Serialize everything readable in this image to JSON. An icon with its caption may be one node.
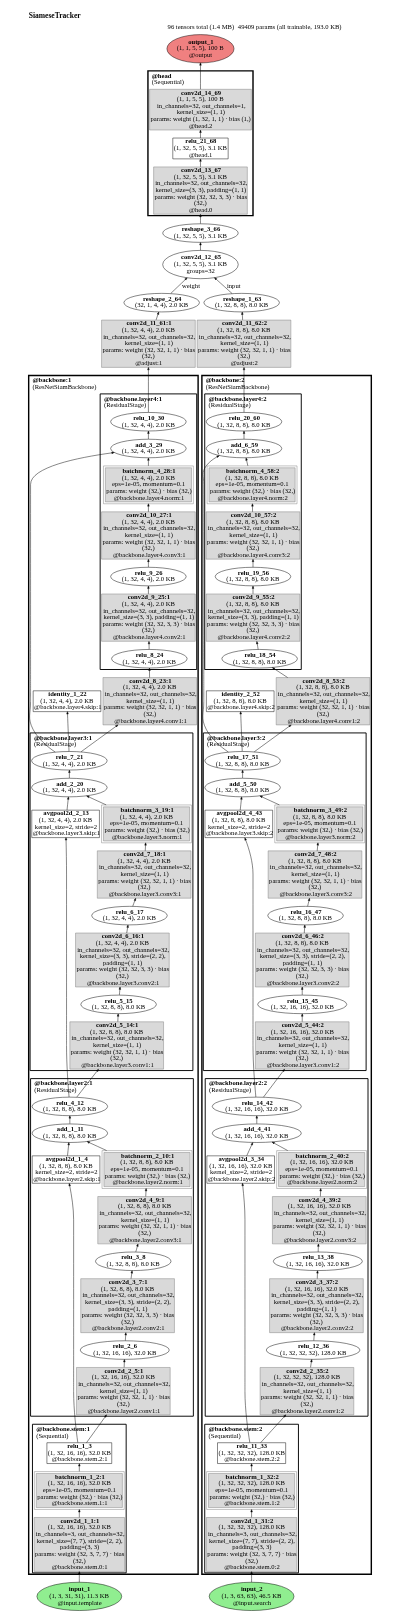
{
  "diagram": {
    "title": "SiameseTracker",
    "labels": [
      "96 tensors total (1.4 MB)",
      "49409 params (all trainable, 193.0 KB)"
    ],
    "nodes": [
      {
        "text": [
          "output_1",
          "(1, 1, 5, 5), 100 B",
          "@output"
        ]
      },
      {
        "text": [
          "@head",
          "(Sequential)"
        ]
      },
      {
        "text": [
          "conv2d_14_69",
          "(1, 1, 5, 5), 100 B",
          "in_channels=32, out_channels=1, kernel_size=(1, 1)",
          "params: weight (1, 32, 1, 1) · bias (1,)",
          "@head.2"
        ],
        "in": 1
      },
      {
        "text": [
          "relu_21_68",
          "(1, 32, 5, 5), 3.1 KB",
          "@head.1"
        ],
        "in": 1
      },
      {
        "text": [
          "conv2d_13_67",
          "(1, 32, 5, 5), 3.1 KB",
          "in_channels=32, out_channels=32, kernel_size=(3, 3), padding=(1, 1)",
          "params: weight (32, 32, 3, 3) · bias (32,)",
          "@head.0"
        ],
        "in": 1
      },
      {
        "text": [
          "reshape_3_66",
          "(1, 32, 5, 5), 3.1 KB"
        ]
      },
      {
        "text": [
          "conv2d_12_65",
          "(1, 32, 5, 5), 3.1 KB",
          "groups=32"
        ]
      },
      {
        "text": [
          "reshape_2_64",
          "(32, 1, 4, 4), 2.0 KB"
        ]
      },
      {
        "text": [
          "reshape_1_63",
          "(1, 32, 8, 8), 8.0 KB"
        ]
      },
      {
        "text": [
          "conv2d_11_61:1",
          "(1, 32, 4, 4), 2.0 KB",
          "in_channels=32, out_channels=32, kernel_size=(1, 1)",
          "params: weight (32, 32, 1, 1) · bias (32,)",
          "@adjust:1"
        ]
      },
      {
        "text": [
          "conv2d_11_62:2",
          "(1, 32, 8, 8), 8.0 KB",
          "in_channels=32, out_channels=32, kernel_size=(1, 1)",
          "params: weight (32, 32, 1, 1) · bias (32,)",
          "@adjust:2"
        ]
      },
      {
        "text": [
          "@backbone:1",
          "(ResNetSiamBackbone)"
        ]
      },
      {
        "text": [
          "@backbone.layer4:1",
          "(ResidualStage)"
        ],
        "in": 11
      },
      {
        "text": [
          "relu_10_30",
          "(1, 32, 4, 4), 2.0 KB"
        ],
        "in": 12
      },
      {
        "text": [
          "add_3_29",
          "(1, 32, 4, 4), 2.0 KB"
        ],
        "in": 12
      },
      {
        "text": [
          "batchnorm_4_28:1",
          "(1, 32, 4, 4), 2.0 KB",
          "eps=1e-05, momentum=0.1",
          "params: weight (32,) · bias (32,)",
          "@backbone.layer4.norm:1"
        ],
        "in": 12
      },
      {
        "text": [
          "conv2d_10_27:1",
          "(1, 32, 4, 4), 2.0 KB",
          "in_channels=32, out_channels=32, kernel_size=(1, 1)",
          "params: weight (32, 32, 1, 1) · bias (32,)",
          "@backbone.layer4.conv3:1"
        ],
        "in": 12
      },
      {
        "text": [
          "relu_9_26",
          "(1, 32, 4, 4), 2.0 KB"
        ],
        "in": 12
      },
      {
        "text": [
          "conv2d_9_25:1",
          "(1, 32, 4, 4), 2.0 KB",
          "in_channels=32, out_channels=32, kernel_size=(3, 3), padding=(1, 1)",
          "params: weight (32, 32, 3, 3) · bias (32,)",
          "@backbone.layer4.conv2:1"
        ],
        "in": 12
      },
      {
        "text": [
          "relu_8_24",
          "(1, 32, 4, 4), 2.0 KB"
        ],
        "in": 12
      },
      {
        "text": [
          "identity_1_22",
          "(1, 32, 4, 4), 2.0 KB",
          "@backbone.layer4.skip:1"
        ],
        "in": 11
      },
      {
        "text": [
          "conv2d_8_23:1",
          "(1, 32, 4, 4), 2.0 KB",
          "in_channels=32, out_channels=32, kernel_size=(1, 1)",
          "params: weight (32, 32, 1, 1) · bias (32,)",
          "@backbone.layer4.conv1:1"
        ],
        "in": 11
      },
      {
        "text": [
          "@backbone.layer3:1",
          "(ResidualStage)"
        ],
        "in": 11
      },
      {
        "text": [
          "relu_7_21",
          "(1, 32, 4, 4), 2.0 KB"
        ],
        "in": 22
      },
      {
        "text": [
          "add_2_20",
          "(1, 32, 4, 4), 2.0 KB"
        ],
        "in": 22
      },
      {
        "text": [
          "avgpool2d_2_13",
          "(1, 32, 4, 4), 2.0 KB",
          "kernel_size=2, stride=2",
          "@backbone.layer3.skip:1"
        ],
        "in": 22
      },
      {
        "text": [
          "batchnorm_3_19:1",
          "(1, 32, 4, 4), 2.0 KB",
          "eps=1e-05, momentum=0.1",
          "params: weight (32,) · bias (32,)",
          "@backbone.layer3.norm:1"
        ],
        "in": 22
      },
      {
        "text": [
          "conv2d_7_18:1",
          "(1, 32, 4, 4), 2.0 KB",
          "in_channels=32, out_channels=32, kernel_size=(1, 1)",
          "params: weight (32, 32, 1, 1) · bias (32,)",
          "@backbone.layer3.conv3:1"
        ],
        "in": 22
      },
      {
        "text": [
          "relu_6_17",
          "(1, 32, 4, 4), 2.0 KB"
        ],
        "in": 22
      },
      {
        "text": [
          "conv2d_6_16:1",
          "(1, 32, 4, 4), 2.0 KB",
          "in_channels=32, out_channels=32, kernel_size=(3, 3), stride=(2, 2), padding=(1, 1)",
          "params: weight (32, 32, 3, 3) · bias (32,)",
          "@backbone.layer3.conv2:1"
        ],
        "in": 22
      },
      {
        "text": [
          "relu_5_15",
          "(1, 32, 8, 8), 8.0 KB"
        ],
        "in": 22
      },
      {
        "text": [
          "conv2d_5_14:1",
          "(1, 32, 8, 8), 8.0 KB",
          "in_channels=32, out_channels=32, kernel_size=(1, 1)",
          "params: weight (32, 32, 1, 1) · bias (32,)",
          "@backbone.layer3.conv1:1"
        ],
        "in": 22
      },
      {
        "text": [
          "@backbone.layer2:1",
          "(ResidualStage)"
        ],
        "in": 11
      },
      {
        "text": [
          "relu_4_12",
          "(1, 32, 8, 8), 8.0 KB"
        ],
        "in": 32
      },
      {
        "text": [
          "add_1_11",
          "(1, 32, 8, 8), 8.0 KB"
        ],
        "in": 32
      },
      {
        "text": [
          "avgpool2d_1_4",
          "(1, 32, 8, 8), 8.0 KB",
          "kernel_size=2, stride=2",
          "@backbone.layer2.skip:1"
        ],
        "in": 32
      },
      {
        "text": [
          "batchnorm_2_10:1",
          "(1, 32, 8, 8), 8.0 KB",
          "eps=1e-05, momentum=0.1",
          "params: weight (32,) · bias (32,)",
          "@backbone.layer2.norm:1"
        ],
        "in": 32
      },
      {
        "text": [
          "conv2d_4_9:1",
          "(1, 32, 8, 8), 8.0 KB",
          "in_channels=32, out_channels=32, kernel_size=(1, 1)",
          "params: weight (32, 32, 1, 1) · bias (32,)",
          "@backbone.layer2.conv3:1"
        ],
        "in": 32
      },
      {
        "text": [
          "relu_3_8",
          "(1, 32, 8, 8), 8.0 KB"
        ],
        "in": 32
      },
      {
        "text": [
          "conv2d_3_7:1",
          "(1, 32, 8, 8), 8.0 KB",
          "in_channels=32, out_channels=32, kernel_size=(3, 3), stride=(2, 2), padding=(1, 1)",
          "params: weight (32, 32, 3, 3) · bias (32,)",
          "@backbone.layer2.conv2:1"
        ],
        "in": 32
      },
      {
        "text": [
          "relu_2_6",
          "(1, 32, 16, 16), 32.0 KB"
        ],
        "in": 32
      },
      {
        "text": [
          "conv2d_2_5:1",
          "(1, 32, 16, 16), 32.0 KB",
          "in_channels=32, out_channels=32, kernel_size=(1, 1)",
          "params: weight (32, 32, 1, 1) · bias (32,)",
          "@backbone.layer2.conv1:1"
        ],
        "in": 32
      },
      {
        "text": [
          "@backbone.stem:1",
          "(Sequential)"
        ],
        "in": 11
      },
      {
        "text": [
          "relu_1_3",
          "(1, 32, 16, 16), 32.0 KB",
          "@backbone.stem.2:1"
        ],
        "in": 42
      },
      {
        "text": [
          "batchnorm_1_2:1",
          "(1, 32, 16, 16), 32.0 KB",
          "eps=1e-05, momentum=0.1",
          "params: weight (32,) · bias (32,)",
          "@backbone.stem.1:1"
        ],
        "in": 42
      },
      {
        "text": [
          "conv2d_1_1:1",
          "(1, 32, 16, 16), 32.0 KB",
          "in_channels=3, out_channels=32, kernel_size=(7, 7), stride=(2, 2), padding=(3, 3)",
          "params: weight (32, 3, 7, 7) · bias (32,)",
          "@backbone.stem.0:1"
        ],
        "in": 42
      },
      {
        "text": [
          "@backbone:2",
          "(ResNetSiamBackbone)"
        ]
      },
      {
        "text": [
          "@backbone.layer4:2",
          "(ResidualStage)"
        ],
        "in": 46
      },
      {
        "text": [
          "relu_20_60",
          "(1, 32, 8, 8), 8.0 KB"
        ],
        "in": 47
      },
      {
        "text": [
          "add_6_59",
          "(1, 32, 8, 8), 8.0 KB"
        ],
        "in": 47
      },
      {
        "text": [
          "batchnorm_4_58:2",
          "(1, 32, 8, 8), 8.0 KB",
          "eps=1e-05, momentum=0.1",
          "params: weight (32,) · bias (32,)",
          "@backbone.layer4.norm:2"
        ],
        "in": 47
      },
      {
        "text": [
          "conv2d_10_57:2",
          "(1, 32, 8, 8), 8.0 KB",
          "in_channels=32, out_channels=32, kernel_size=(1, 1)",
          "params: weight (32, 32, 1, 1) · bias (32,)",
          "@backbone.layer4.conv3:2"
        ],
        "in": 47
      },
      {
        "text": [
          "relu_19_56",
          "(1, 32, 8, 8), 8.0 KB"
        ],
        "in": 47
      },
      {
        "text": [
          "conv2d_9_55:2",
          "(1, 32, 8, 8), 8.0 KB",
          "in_channels=32, out_channels=32, kernel_size=(3, 3), padding=(1, 1)",
          "params: weight (32, 32, 3, 3) · bias (32,)",
          "@backbone.layer4.conv2:2"
        ],
        "in": 47
      },
      {
        "text": [
          "relu_18_54",
          "(1, 32, 8, 8), 8.0 KB"
        ],
        "in": 47
      },
      {
        "text": [
          "identity_2_52",
          "(1, 32, 8, 8), 8.0 KB",
          "@backbone.layer4.skip:2"
        ],
        "in": 46
      },
      {
        "text": [
          "conv2d_8_53:2",
          "(1, 32, 8, 8), 8.0 KB",
          "in_channels=32, out_channels=32, kernel_size=(1, 1)",
          "params: weight (32, 32, 1, 1) · bias (32,)",
          "@backbone.layer4.conv1:2"
        ],
        "in": 46
      },
      {
        "text": [
          "@backbone.layer3:2",
          "(ResidualStage)"
        ],
        "in": 46
      },
      {
        "text": [
          "relu_17_51",
          "(1, 32, 8, 8), 8.0 KB"
        ],
        "in": 57
      },
      {
        "text": [
          "add_5_50",
          "(1, 32, 8, 8), 8.0 KB"
        ],
        "in": 57
      },
      {
        "text": [
          "avgpool2d_4_43",
          "(1, 32, 8, 8), 8.0 KB",
          "kernel_size=2, stride=2",
          "@backbone.layer3.skip:2"
        ],
        "in": 57
      },
      {
        "text": [
          "batchnorm_3_49:2",
          "(1, 32, 8, 8), 8.0 KB",
          "eps=1e-05, momentum=0.1",
          "params: weight (32,) · bias (32,)",
          "@backbone.layer3.norm:2"
        ],
        "in": 57
      },
      {
        "text": [
          "conv2d_7_48:2",
          "(1, 32, 8, 8), 8.0 KB",
          "in_channels=32, out_channels=32, kernel_size=(1, 1)",
          "params: weight (32, 32, 1, 1) · bias (32,)",
          "@backbone.layer3.conv3:2"
        ],
        "in": 57
      },
      {
        "text": [
          "relu_16_47",
          "(1, 32, 8, 8), 8.0 KB"
        ],
        "in": 57
      },
      {
        "text": [
          "conv2d_6_46:2",
          "(1, 32, 8, 8), 8.0 KB",
          "in_channels=32, out_channels=32, kernel_size=(3, 3), stride=(2, 2), padding=(1, 1)",
          "params: weight (32, 32, 3, 3) · bias (32,)",
          "@backbone.layer3.conv2:2"
        ],
        "in": 57
      },
      {
        "text": [
          "relu_15_45",
          "(1, 32, 16, 16), 32.0 KB"
        ],
        "in": 57
      },
      {
        "text": [
          "conv2d_5_44:2",
          "(1, 32, 16, 16), 32.0 KB",
          "in_channels=32, out_channels=32, kernel_size=(1, 1)",
          "params: weight (32, 32, 1, 1) · bias (32,)",
          "@backbone.layer3.conv1:2"
        ],
        "in": 57
      },
      {
        "text": [
          "@backbone.layer2:2",
          "(ResidualStage)"
        ],
        "in": 46
      },
      {
        "text": [
          "relu_14_42",
          "(1, 32, 16, 16), 32.0 KB"
        ],
        "in": 67
      },
      {
        "text": [
          "add_4_41",
          "(1, 32, 16, 16), 32.0 KB"
        ],
        "in": 67
      },
      {
        "text": [
          "avgpool2d_3_34",
          "(1, 32, 16, 16), 32.0 KB",
          "kernel_size=2, stride=2",
          "@backbone.layer2.skip:2"
        ],
        "in": 67
      },
      {
        "text": [
          "batchnorm_2_40:2",
          "(1, 32, 16, 16), 32.0 KB",
          "eps=1e-05, momentum=0.1",
          "params: weight (32,) · bias (32,)",
          "@backbone.layer2.norm:2"
        ],
        "in": 67
      },
      {
        "text": [
          "conv2d_4_39:2",
          "(1, 32, 16, 16), 32.0 KB",
          "in_channels=32, out_channels=32, kernel_size=(1, 1)",
          "params: weight (32, 32, 1, 1) · bias (32,)",
          "@backbone.layer2.conv3:2"
        ],
        "in": 67
      },
      {
        "text": [
          "relu_13_38",
          "(1, 32, 16, 16), 32.0 KB"
        ],
        "in": 67
      },
      {
        "text": [
          "conv2d_3_37:2",
          "(1, 32, 16, 16), 32.0 KB",
          "in_channels=32, out_channels=32, kernel_size=(3, 3), stride=(2, 2), padding=(1, 1)",
          "params: weight (32, 32, 3, 3) · bias (32,)",
          "@backbone.layer2.conv2:2"
        ],
        "in": 67
      },
      {
        "text": [
          "relu_12_36",
          "(1, 32, 32, 32), 128.0 KB"
        ],
        "in": 67
      },
      {
        "text": [
          "conv2d_2_35:2",
          "(1, 32, 32, 32), 128.0 KB",
          "in_channels=32, out_channels=32, kernel_size=(1, 1)",
          "params: weight (32, 32, 1, 1) · bias (32,)",
          "@backbone.layer2.conv1:2"
        ],
        "in": 67
      },
      {
        "text": [
          "@backbone.stem:2",
          "(Sequential)"
        ],
        "in": 46
      },
      {
        "text": [
          "relu_11_33",
          "(1, 32, 32, 32), 128.0 KB",
          "@backbone.stem.2:2"
        ],
        "in": 77
      },
      {
        "text": [
          "batchnorm_1_32:2",
          "(1, 32, 32, 32), 128.0 KB",
          "eps=1e-05, momentum=0.1",
          "params: weight (32,) · bias (32,)",
          "@backbone.stem.1:2"
        ],
        "in": 77
      },
      {
        "text": [
          "conv2d_1_31:2",
          "(1, 32, 32, 32), 128.0 KB",
          "in_channels=3, out_channels=32, kernel_size=(7, 7), stride=(2, 2), padding=(3, 3)",
          "params: weight (32, 3, 7, 7) · bias (32,)",
          "@backbone.stem.0:2"
        ],
        "in": 77
      },
      {
        "text": [
          "input_1",
          "(1, 3, 31, 31), 11.3 KB",
          "@input.template"
        ]
      },
      {
        "text": [
          "input_2",
          "(1, 3, 63, 63), 46.5 KB",
          "@input.search"
        ]
      }
    ],
    "edges": [
      {
        "from": 81,
        "to": 45,
        "arrow": "to"
      },
      {
        "from": 45,
        "to": 44,
        "arrow": "to"
      },
      {
        "from": 44,
        "to": 43,
        "arrow": "to"
      },
      {
        "from": 43,
        "to": 41,
        "arrow": "to"
      },
      {
        "from": 41,
        "to": 40,
        "arrow": "to"
      },
      {
        "from": 40,
        "to": 39,
        "arrow": "to"
      },
      {
        "from": 39,
        "to": 38,
        "arrow": "to"
      },
      {
        "from": 38,
        "to": 37,
        "arrow": "to"
      },
      {
        "from": 37,
        "to": 36,
        "arrow": "to"
      },
      {
        "from": 36,
        "to": 34,
        "arrow": "to"
      },
      {
        "from": 43,
        "to": 35,
        "arrow": "to"
      },
      {
        "from": 35,
        "to": 34,
        "arrow": "to"
      },
      {
        "from": 34,
        "to": 33,
        "arrow": "to"
      },
      {
        "from": 33,
        "to": 31,
        "arrow": "to"
      },
      {
        "from": 31,
        "to": 30,
        "arrow": "to"
      },
      {
        "from": 30,
        "to": 29,
        "arrow": "to"
      },
      {
        "from": 29,
        "to": 28,
        "arrow": "to"
      },
      {
        "from": 28,
        "to": 27,
        "arrow": "to"
      },
      {
        "from": 27,
        "to": 26,
        "arrow": "to"
      },
      {
        "from": 26,
        "to": 24,
        "arrow": "to"
      },
      {
        "from": 33,
        "to": 25,
        "arrow": "to"
      },
      {
        "from": 25,
        "to": 24,
        "arrow": "to"
      },
      {
        "from": 24,
        "to": 23,
        "arrow": "to"
      },
      {
        "from": 23,
        "to": 21,
        "arrow": "to"
      },
      {
        "from": 23,
        "to": 20,
        "arrow": "to"
      },
      {
        "from": 21,
        "to": 19,
        "arrow": "to"
      },
      {
        "from": 19,
        "to": 18,
        "arrow": "to"
      },
      {
        "from": 18,
        "to": 17,
        "arrow": "to"
      },
      {
        "from": 17,
        "to": 16,
        "arrow": "to"
      },
      {
        "from": 16,
        "to": 15,
        "arrow": "to"
      },
      {
        "from": 15,
        "to": 14,
        "arrow": "to"
      },
      {
        "from": 23,
        "to": 14,
        "arrow": "to"
      },
      {
        "from": 14,
        "to": 13,
        "arrow": "to"
      },
      {
        "from": 13,
        "to": 9,
        "arrow": "to"
      },
      {
        "from": 9,
        "to": 7,
        "arrow": "to"
      },
      {
        "from": 7,
        "to": 6,
        "label": "weight",
        "arrow": "to"
      },
      {
        "from": 82,
        "to": 80,
        "arrow": "to"
      },
      {
        "from": 80,
        "to": 79,
        "arrow": "to"
      },
      {
        "from": 79,
        "to": 78,
        "arrow": "to"
      },
      {
        "from": 78,
        "to": 76,
        "arrow": "to"
      },
      {
        "from": 76,
        "to": 75,
        "arrow": "to"
      },
      {
        "from": 75,
        "to": 74,
        "arrow": "to"
      },
      {
        "from": 74,
        "to": 73,
        "arrow": "to"
      },
      {
        "from": 73,
        "to": 72,
        "arrow": "to"
      },
      {
        "from": 72,
        "to": 71,
        "arrow": "to"
      },
      {
        "from": 71,
        "to": 69,
        "arrow": "to"
      },
      {
        "from": 78,
        "to": 70,
        "arrow": "to"
      },
      {
        "from": 70,
        "to": 69,
        "arrow": "to"
      },
      {
        "from": 69,
        "to": 68,
        "arrow": "to"
      },
      {
        "from": 68,
        "to": 66,
        "arrow": "to"
      },
      {
        "from": 66,
        "to": 65,
        "arrow": "to"
      },
      {
        "from": 65,
        "to": 64,
        "arrow": "to"
      },
      {
        "from": 64,
        "to": 63,
        "arrow": "to"
      },
      {
        "from": 63,
        "to": 62,
        "arrow": "to"
      },
      {
        "from": 62,
        "to": 61,
        "arrow": "to"
      },
      {
        "from": 61,
        "to": 59,
        "arrow": "to"
      },
      {
        "from": 68,
        "to": 60,
        "arrow": "to"
      },
      {
        "from": 60,
        "to": 59,
        "arrow": "to"
      },
      {
        "from": 59,
        "to": 58,
        "arrow": "to"
      },
      {
        "from": 58,
        "to": 56,
        "arrow": "to"
      },
      {
        "from": 58,
        "to": 55,
        "arrow": "to"
      },
      {
        "from": 56,
        "to": 54,
        "arrow": "to"
      },
      {
        "from": 54,
        "to": 53,
        "arrow": "to"
      },
      {
        "from": 53,
        "to": 52,
        "arrow": "to"
      },
      {
        "from": 52,
        "to": 51,
        "arrow": "to"
      },
      {
        "from": 51,
        "to": 50,
        "arrow": "to"
      },
      {
        "from": 50,
        "to": 49,
        "arrow": "to"
      },
      {
        "from": 58,
        "to": 49,
        "arrow": "to"
      },
      {
        "from": 49,
        "to": 48,
        "arrow": "to"
      },
      {
        "from": 48,
        "to": 10,
        "arrow": "to"
      },
      {
        "from": 10,
        "to": 8,
        "arrow": "to"
      },
      {
        "from": 8,
        "to": 6,
        "label": "input",
        "arrow": "to"
      },
      {
        "from": 6,
        "to": 5,
        "arrow": "to"
      },
      {
        "from": 5,
        "to": 4,
        "arrow": "to"
      },
      {
        "from": 4,
        "to": 3,
        "arrow": "to"
      },
      {
        "from": 3,
        "to": 2,
        "arrow": "to"
      },
      {
        "from": 2,
        "to": 0,
        "arrow": "to"
      }
    ]
  }
}
